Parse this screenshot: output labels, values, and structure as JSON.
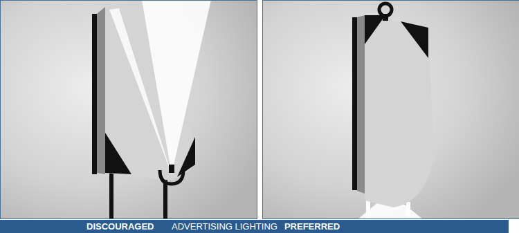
{
  "diagram": {
    "nodes": [
      {
        "text": [
          "DISCOURAGED",
          "ADVERTISING LIGHTING",
          "PREFERRED"
        ]
      }
    ]
  }
}
